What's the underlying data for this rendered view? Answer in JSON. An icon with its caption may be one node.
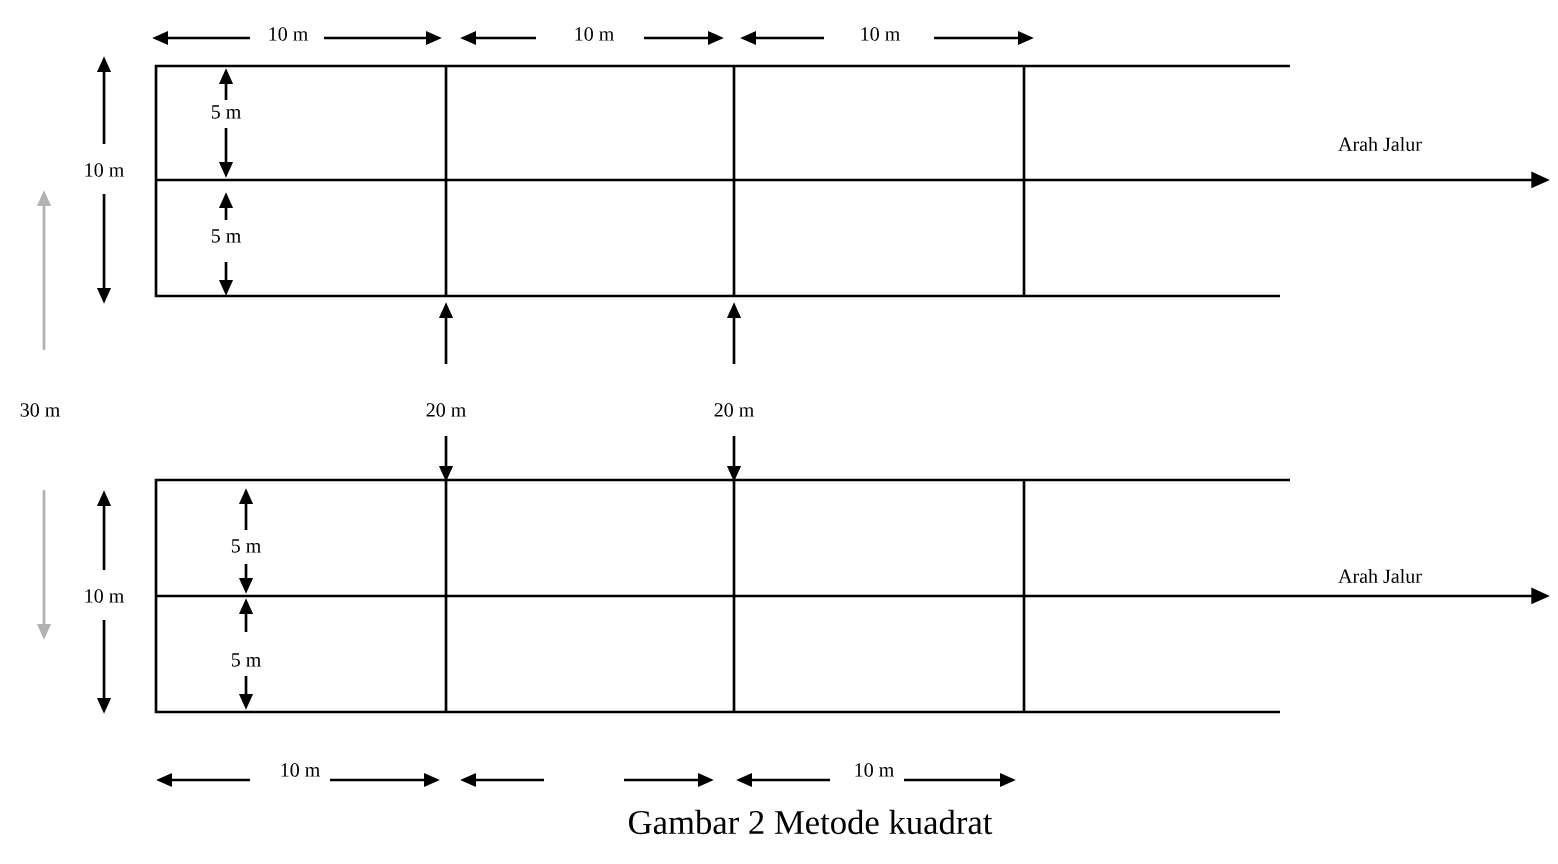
{
  "diagram": {
    "caption": "Gambar 2  Metode kuadrat",
    "labels": [
      "10 m",
      "10 m",
      "10 m",
      "5 m",
      "10 m",
      "Arah Jalur",
      "5 m",
      "30 m",
      "20 m",
      "20 m",
      "5 m",
      "10 m",
      "Arah Jalur",
      "5 m",
      "10 m",
      "10 m"
    ]
  }
}
